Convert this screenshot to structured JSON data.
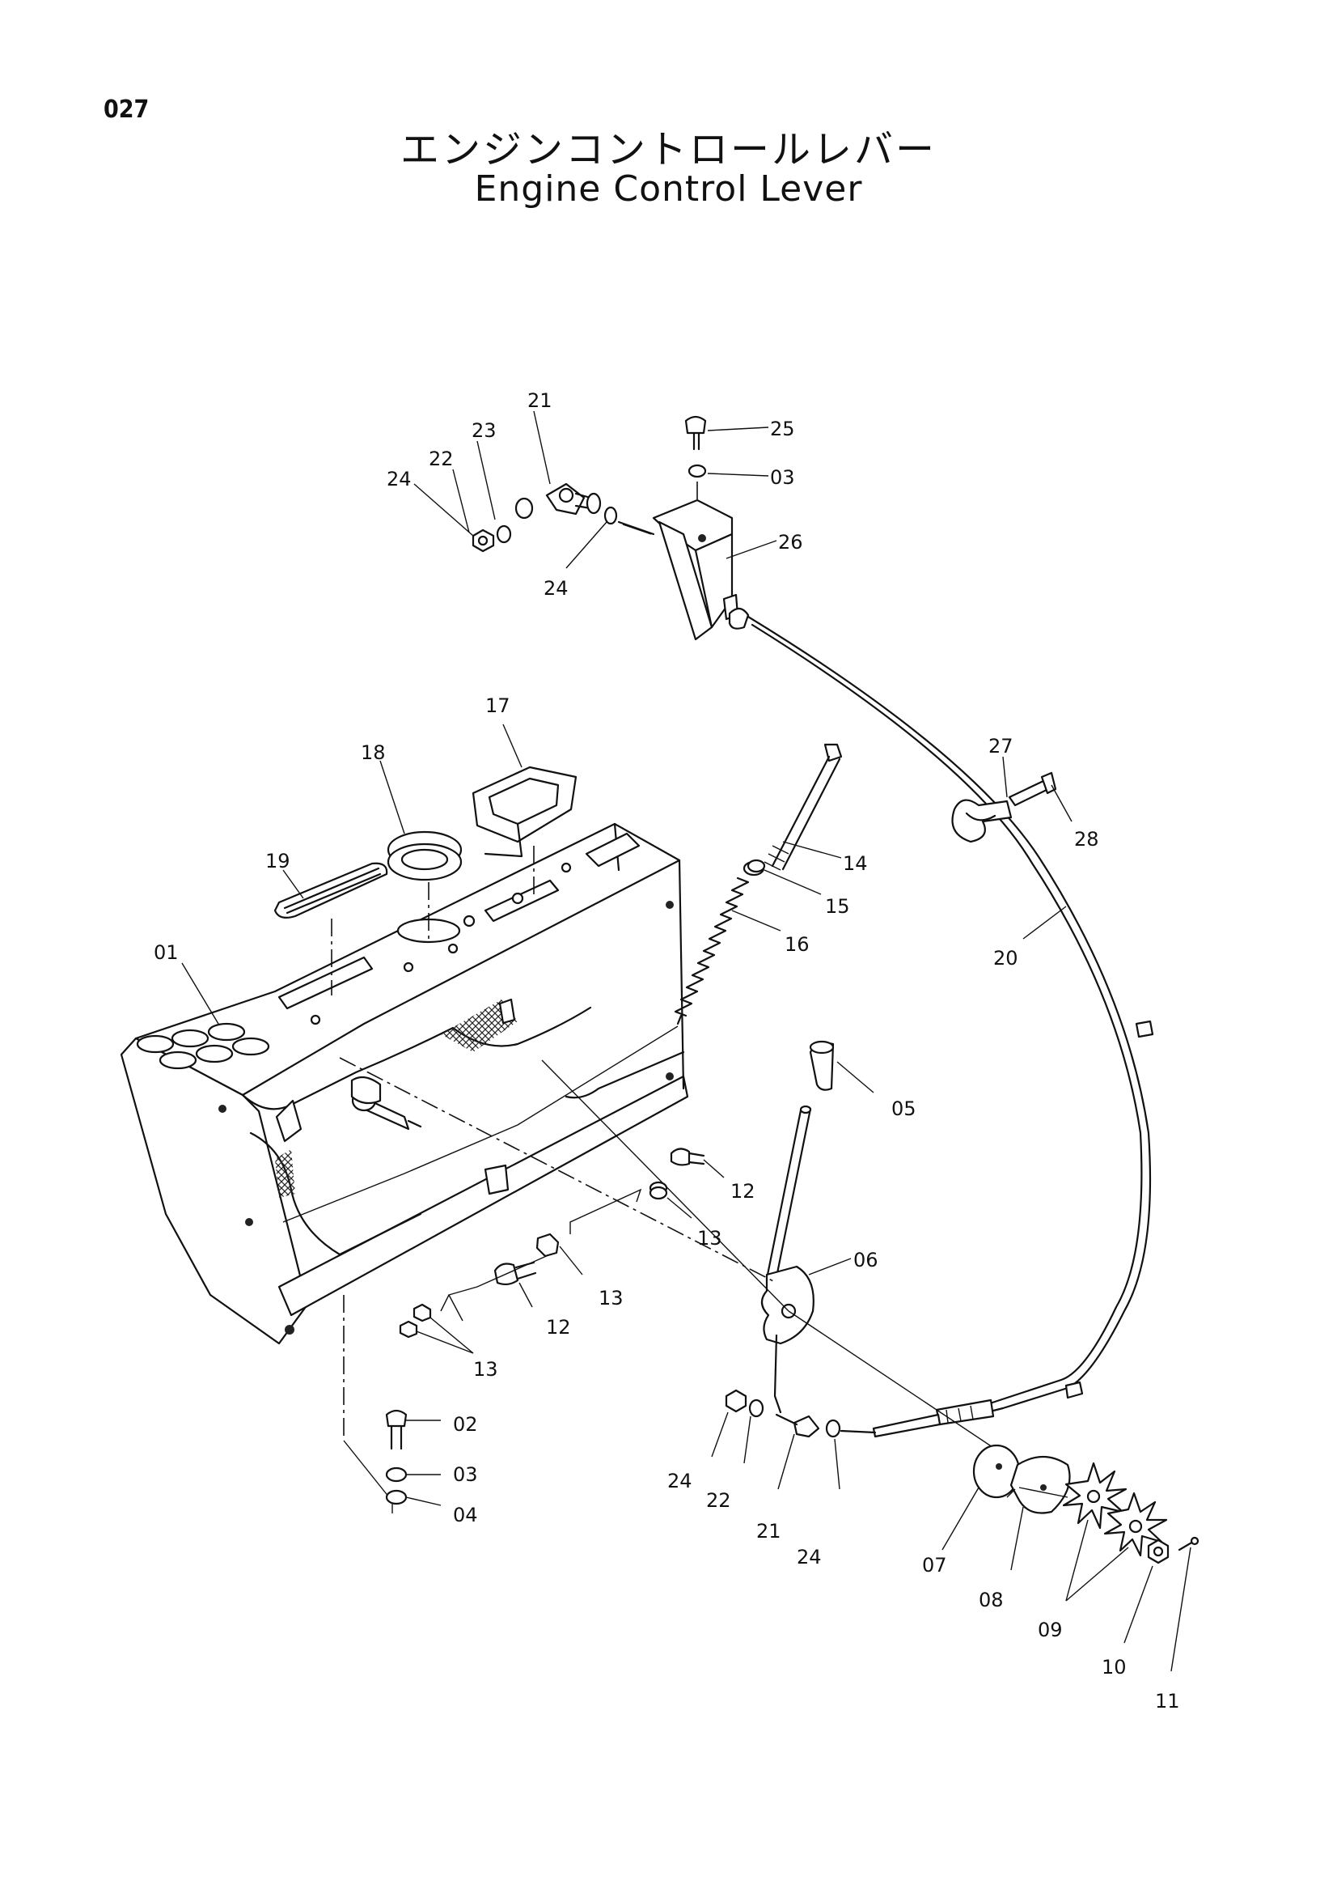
{
  "header": {
    "page_number": "027",
    "title_jp": "エンジンコントロールレバー",
    "title_en": "Engine Control Lever"
  },
  "callouts": {
    "c21a": "21",
    "c23": "23",
    "c22a": "22",
    "c24a": "24",
    "c24b": "24",
    "c25": "25",
    "c03a": "03",
    "c26": "26",
    "c17": "17",
    "c18": "18",
    "c19": "19",
    "c01": "01",
    "c27": "27",
    "c28": "28",
    "c20": "20",
    "c14": "14",
    "c15": "15",
    "c16": "16",
    "c05": "05",
    "c12a": "12",
    "c13a": "13",
    "c13b": "13",
    "c12b": "12",
    "c13c": "13",
    "c06": "06",
    "c02": "02",
    "c03b": "03",
    "c04": "04",
    "c24c": "24",
    "c22b": "22",
    "c21b": "21",
    "c24d": "24",
    "c07": "07",
    "c08": "08",
    "c09": "09",
    "c10": "10",
    "c11": "11"
  }
}
